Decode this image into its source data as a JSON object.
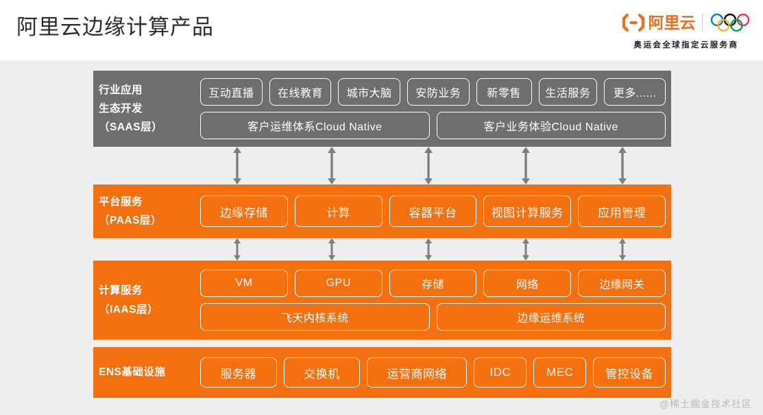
{
  "header": {
    "title": "阿里云边缘计算产品",
    "brand": {
      "name": "阿里云",
      "logo_icon": "alibaba-cloud-logo-icon",
      "rings_icon": "olympic-rings-icon",
      "tagline": "奥运会全球指定云服务商"
    }
  },
  "diagram": {
    "layers": [
      {
        "id": "saas",
        "label_lines": [
          "行业应用",
          "生态开发",
          "（SAAS层）"
        ],
        "color": "#6e6e6e",
        "rows": [
          {
            "type": "chips",
            "items": [
              {
                "label": "互动直播",
                "width": 93
              },
              {
                "label": "在线教育",
                "width": 93
              },
              {
                "label": "城市大脑",
                "width": 93
              },
              {
                "label": "安防业务",
                "width": 93
              },
              {
                "label": "新零售",
                "width": 83
              },
              {
                "label": "生活服务",
                "width": 88
              },
              {
                "label": "更多......",
                "width": 92
              }
            ]
          },
          {
            "type": "chips",
            "items": [
              {
                "label": "客户运维体系Cloud Native",
                "width": 0
              },
              {
                "label": "客户业务体验Cloud Native",
                "width": 0
              }
            ]
          }
        ]
      },
      {
        "id": "paas",
        "label_lines": [
          "平台服务",
          "（PAAS层）"
        ],
        "color": "#f4700f",
        "rows": [
          {
            "type": "chips",
            "items": [
              {
                "label": "边缘存储",
                "width": 0
              },
              {
                "label": "计算",
                "width": 0
              },
              {
                "label": "容器平台",
                "width": 0
              },
              {
                "label": "视图计算服务",
                "width": 0
              },
              {
                "label": "应用管理",
                "width": 0
              }
            ]
          }
        ]
      },
      {
        "id": "iaas",
        "label_lines": [
          "计算服务",
          "（IAAS层）"
        ],
        "color": "#f4700f",
        "rows": [
          {
            "type": "chips",
            "items": [
              {
                "label": "VM",
                "width": 0
              },
              {
                "label": "GPU",
                "width": 0
              },
              {
                "label": "存储",
                "width": 0
              },
              {
                "label": "网络",
                "width": 0
              },
              {
                "label": "边缘网关",
                "width": 0
              }
            ]
          },
          {
            "type": "chips",
            "items": [
              {
                "label": "飞天内核系统",
                "width": 0
              },
              {
                "label": "边缘运维系统",
                "width": 0
              }
            ]
          }
        ]
      },
      {
        "id": "ens",
        "label_lines": [
          "ENS基础设施"
        ],
        "color": "#f4700f",
        "rows": [
          {
            "type": "chips",
            "items": [
              {
                "label": "服务器",
                "width": 116
              },
              {
                "label": "交换机",
                "width": 116
              },
              {
                "label": "运营商网络",
                "width": 152
              },
              {
                "label": "IDC",
                "width": 80
              },
              {
                "label": "MEC",
                "width": 80
              },
              {
                "label": "管控设备",
                "width": 110
              }
            ]
          }
        ]
      }
    ],
    "connectors": {
      "icon": "double-headed-arrow-icon",
      "color": "#7f7f7f",
      "count_top": 5,
      "count_mid": 5
    }
  },
  "watermark": "@稀土掘金技术社区"
}
